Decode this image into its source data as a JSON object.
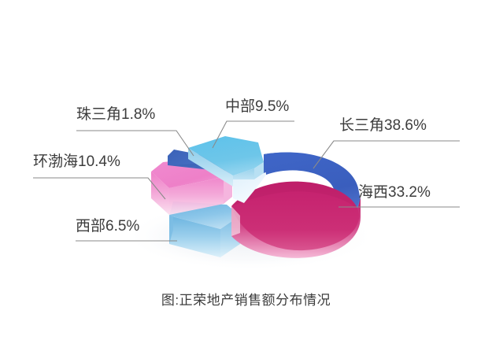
{
  "figure": {
    "caption": "图:正荣地产销售额分布情况",
    "background": "#ffffff",
    "text_color": "#3c3c3c",
    "leader_color": "#8a8a8a"
  },
  "labels": {
    "zhusanjiao": "珠三角1.8%",
    "huanbohai": "环渤海10.4%",
    "xibu": "西部6.5%",
    "zhongbu": "中部9.5%",
    "changsanjiao": "长三角38.6%",
    "haixi": "海西33.2%"
  },
  "chart_data": {
    "type": "pie",
    "title": "图:正荣地产销售额分布情况",
    "subtitle": "",
    "xlabel": "",
    "ylabel": "",
    "style": "3d-exploded-doughnut",
    "unit": "%",
    "legend_position": "none",
    "grid": false,
    "labels_shown": true,
    "categories": [
      "长三角",
      "海西",
      "环渤海",
      "中部",
      "西部",
      "珠三角"
    ],
    "values": [
      38.6,
      33.2,
      10.4,
      9.5,
      6.5,
      1.8
    ],
    "colors": [
      "#3b62c4",
      "#c6246f",
      "#ee82c8",
      "#5bc0e8",
      "#6fb5e0",
      "#3a62b8"
    ],
    "slices": [
      {
        "name": "长三角",
        "value": 38.6,
        "label": "长三角38.6%",
        "color": "#3b62c4",
        "side_color": "#2c4ea8"
      },
      {
        "name": "海西",
        "value": 33.2,
        "label": "海西33.2%",
        "color": "#c6246f",
        "side_color": "#a61a5c"
      },
      {
        "name": "环渤海",
        "value": 10.4,
        "label": "环渤海10.4%",
        "color": "#ee82c8",
        "side_color": "#d96bb3"
      },
      {
        "name": "中部",
        "value": 9.5,
        "label": "中部9.5%",
        "color": "#5bc0e8",
        "side_color": "#46a8d2"
      },
      {
        "name": "西部",
        "value": 6.5,
        "label": "西部6.5%",
        "color": "#6fb5e0",
        "side_color": "#57a0cd"
      },
      {
        "name": "珠三角",
        "value": 1.8,
        "label": "珠三角1.8%",
        "color": "#3a62b8",
        "side_color": "#2b4c96"
      }
    ]
  }
}
